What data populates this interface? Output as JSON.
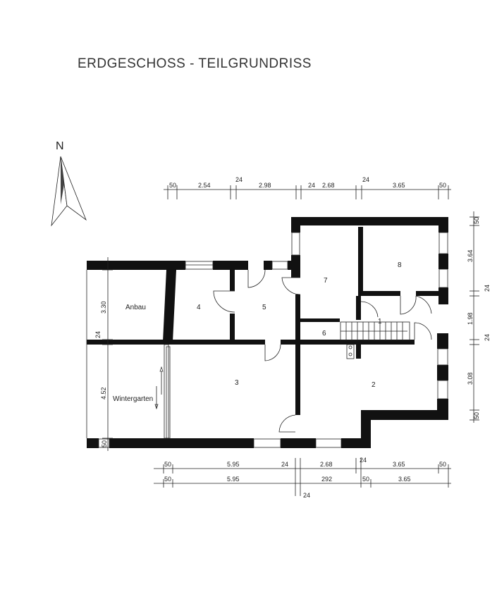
{
  "title": "ERDGESCHOSS - TEILGRUNDRISS",
  "north_label": "N",
  "rooms": {
    "r1": "1",
    "r2": "2",
    "r3": "3",
    "r4": "4",
    "r5": "5",
    "r6": "6",
    "r7": "7",
    "r8": "8",
    "anbau": "Anbau",
    "wintergarten": "Wintergarten"
  },
  "dims_top": {
    "d1": "50",
    "d2": "2.54",
    "d3": "24",
    "d4": "2.98",
    "d5": "24",
    "d6": "2.68",
    "d7": "24",
    "d8": "3.65",
    "d9": "50"
  },
  "dims_bottom1": {
    "d1": "50",
    "d2": "5.95",
    "d3": "24",
    "d4": "2.68",
    "d5": "24",
    "d6": "3.65",
    "d7": "50"
  },
  "dims_bottom2": {
    "d1": "50",
    "d2": "5.95",
    "d3": "292",
    "d4": "50",
    "d5": "3.65",
    "d6": "24"
  },
  "dims_right": {
    "d1": "50",
    "d2": "3.64",
    "d3": "24",
    "d4": "1.98",
    "d5": "24",
    "d6": "3.08",
    "d7": "50"
  },
  "dims_left": {
    "d1": "3.30",
    "d2": "24",
    "d3": "4.52",
    "d4": "50"
  },
  "colors": {
    "wall": "#111111",
    "line": "#222222",
    "paper": "#ffffff"
  }
}
